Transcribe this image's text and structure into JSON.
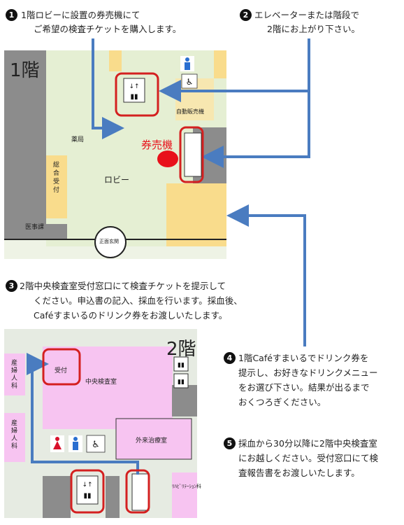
{
  "steps": [
    {
      "num": "1",
      "lines": [
        "1階ロビーに設置の券売機にて",
        "ご希望の検査チケットを購入します。"
      ]
    },
    {
      "num": "2",
      "lines": [
        "エレベーターまたは階段で",
        "2階にお上がり下さい。"
      ]
    },
    {
      "num": "3",
      "lines": [
        "2階中央検査室受付窓口にて検査チケットを提示して",
        "ください。申込書の記入、採血を行います。採血後、",
        "Caféすまいるのドリンク券をお渡しいたします。"
      ]
    },
    {
      "num": "4",
      "lines": [
        "1階Caféすまいるでドリンク券を",
        "提示し、お好きなドリンクメニュー",
        "をお選び下さい。結果が出るまで",
        "おくつろぎください。"
      ]
    },
    {
      "num": "5",
      "lines": [
        "採血から30分以降に2階中央検査室",
        "にお越しください。受付窓口にて検",
        "査報告書をお渡しいたします。"
      ]
    }
  ],
  "floor1": {
    "title": "1階",
    "pharmacy": "薬局",
    "general_reception": "総合受付",
    "medical_affairs": "医事課",
    "lobby": "ロビー",
    "ticket_machine": "券売機",
    "vending": "自動販売機",
    "main_entrance": "正面玄関"
  },
  "floor2": {
    "title": "2階",
    "reception": "受付",
    "central_lab": "中央検査室",
    "outpatient": "外来治療室",
    "obgyn_top": "産婦人科",
    "obgyn_bottom": "産婦人科",
    "rehab": "ﾘﾊﾋﾞﾘﾃｰｼｮﾝ科"
  },
  "colors": {
    "arrow": "#4a7cc0",
    "highlight": "#d42020",
    "ticket_dot": "#e8101a",
    "lobby_green": "#e6efd6",
    "pink": "#f7c4f1",
    "gray": "#8c8c8c",
    "yellow": "#f9dc8c"
  }
}
